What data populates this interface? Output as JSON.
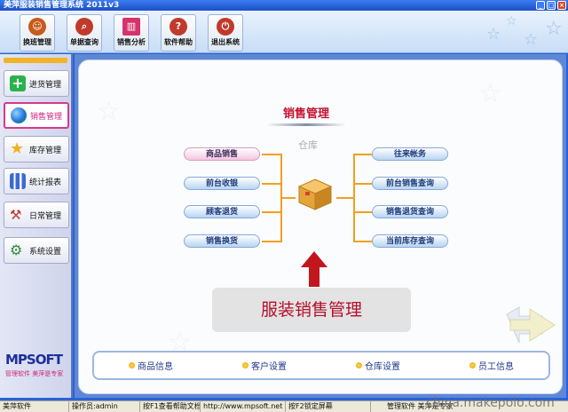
{
  "window": {
    "title": "美萍服装销售管理系统 2011v3"
  },
  "toolbar": {
    "items": [
      {
        "label": "换班管理",
        "icon": "users-icon",
        "color": "#c85a1c"
      },
      {
        "label": "单据查询",
        "icon": "magnifier-icon",
        "color": "#c0392b"
      },
      {
        "label": "销售分析",
        "icon": "bar-chart-icon",
        "color": "#d6336c"
      },
      {
        "label": "软件帮助",
        "icon": "help-icon",
        "color": "#c0392b"
      },
      {
        "label": "退出系统",
        "icon": "exit-icon",
        "color": "#c0392b"
      }
    ]
  },
  "nav": {
    "items": [
      {
        "label": "进货管理",
        "icon": "plus-icon"
      },
      {
        "label": "销售管理",
        "icon": "globe-icon",
        "active": true
      },
      {
        "label": "库存管理",
        "icon": "star-icon"
      },
      {
        "label": "统计报表",
        "icon": "report-icon"
      },
      {
        "label": "日常管理",
        "icon": "tools-icon"
      },
      {
        "label": "系统设置",
        "icon": "gear-icon"
      }
    ],
    "logo": {
      "main": "MPSOFT",
      "sub": "管理软件 美萍是专家"
    }
  },
  "main": {
    "title": "销售管理",
    "warehouse": "仓库",
    "left_buttons": [
      "商品销售",
      "前台收银",
      "顾客退货",
      "销售换货"
    ],
    "right_buttons": [
      "往来帐务",
      "前台销售查询",
      "销售退货查询",
      "当前库存查询"
    ],
    "banner": "服装销售管理",
    "bottom_links": [
      "商品信息",
      "客户设置",
      "仓库设置",
      "员工信息"
    ]
  },
  "statusbar": {
    "cells": [
      "美萍软件",
      "操作员:admin",
      "按F1查看帮助文档",
      "http://www.mpsoft.net",
      "按F2锁定屏幕",
      "管理软件 美萍是专家"
    ]
  },
  "watermark": "china.makepolo.com",
  "colors": {
    "accent": "#c4122f",
    "nav_active": "#d0267e",
    "frame": "#5e87d6"
  }
}
